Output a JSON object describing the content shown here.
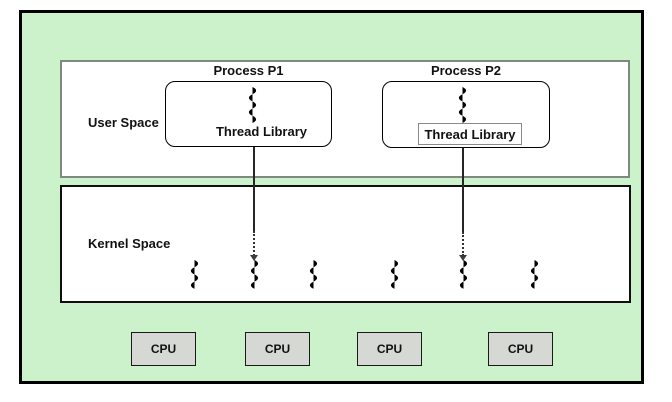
{
  "colors": {
    "background": "#ccf2cc",
    "panel_fill": "#ffffff",
    "cpu_fill": "#d5d8d3",
    "thread_stroke": "#949494",
    "user_border": "#7d8a7d",
    "outline": "#000000"
  },
  "user_space": {
    "label": "User Space",
    "processes": [
      {
        "title": "Process P1",
        "library_label": "Thread Library",
        "library_boxed": false,
        "user_threads": 1
      },
      {
        "title": "Process P2",
        "library_label": "Thread Library",
        "library_boxed": true,
        "user_threads": 1
      }
    ]
  },
  "kernel_space": {
    "label": "Kernel Space",
    "kernel_thread_count": 6
  },
  "cpus": [
    {
      "label": "CPU"
    },
    {
      "label": "CPU"
    },
    {
      "label": "CPU"
    },
    {
      "label": "CPU"
    }
  ]
}
